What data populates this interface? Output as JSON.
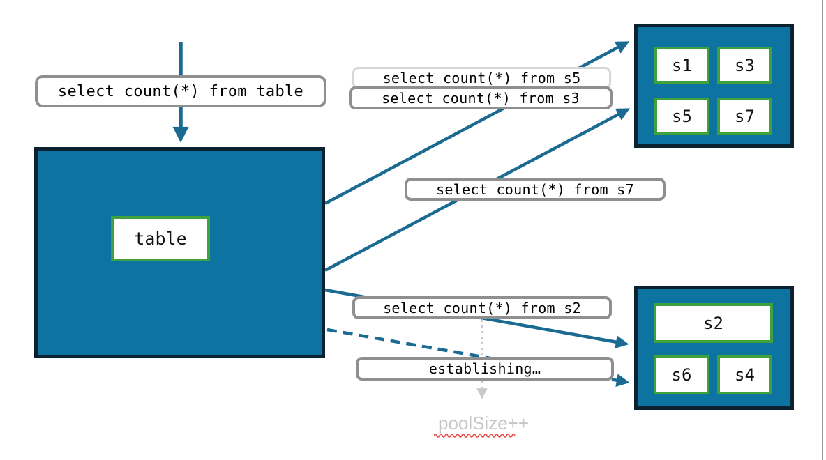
{
  "diagram": {
    "nodes": {
      "table": "table",
      "shards_top": [
        "s1",
        "s3",
        "s5",
        "s7"
      ],
      "shards_bottom": [
        "s2",
        "s6",
        "s4"
      ]
    },
    "queries": {
      "table": "select count(*) from table",
      "s5": "select count(*) from s5",
      "s3": "select count(*) from s3",
      "s7": "select count(*) from s7",
      "s2": "select count(*) from s2",
      "establishing": "establishing…"
    },
    "pool": {
      "label": "poolSize++"
    },
    "colors": {
      "node_fill": "#0D74A2",
      "node_border": "#0A2130",
      "cell_border": "#3EA13B",
      "arrow_teal": "#1A6A92",
      "label_border": "#8F8F8F",
      "label_border_light": "#D6D6D6",
      "pending_gray": "#C9C9C9",
      "pool_text_gray": "#C6C6C6",
      "squiggle_red": "#E8473F"
    }
  }
}
